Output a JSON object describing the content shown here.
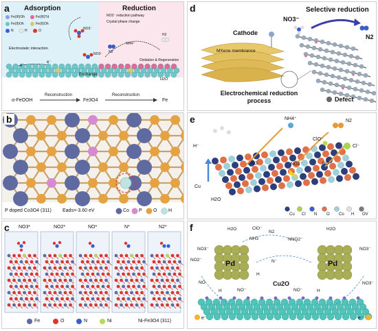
{
  "panel_a": {
    "label": "a",
    "adsorption_title": "Adsorption",
    "reduction_title": "Reduction",
    "legend": [
      "Fe(III)Oh",
      "Fe(III)Td",
      "Fe(II)Oh",
      "Fe(II)Oh",
      "N",
      "H",
      "O"
    ],
    "pathway_legend": [
      "NO3⁻ reduction pathway",
      "Crystal phase change"
    ],
    "electrostatic": "Electrostatic interaction",
    "no3_1": "NO3⁻",
    "no3_2": "NO3⁻",
    "nh4": "NH4⁺",
    "n2": "N2",
    "h2": "H2",
    "oxidation": "Oxidation & Regeneration",
    "exchange": "Exchange",
    "h2o": "H2O",
    "e1": "e⁻",
    "e2": "e⁻",
    "phase1": "α-FeOOH",
    "recon1": "Reconstruction",
    "phase2": "Fe3O4",
    "recon2": "Reconstruction",
    "phase3": "Fe"
  },
  "panel_b": {
    "label": "b",
    "caption": "P doped Co3O4 (311)",
    "energy": "Eads=-3.60 eV",
    "legend": [
      "Co",
      "P",
      "O",
      "H"
    ]
  },
  "panel_c": {
    "label": "c",
    "columns": [
      "NO3*",
      "NO2*",
      "NO*",
      "N*",
      "N2*"
    ],
    "legend": [
      "Fe",
      "O",
      "N",
      "Ni"
    ],
    "caption": "Ni-Fe3O4 (311)"
  },
  "panel_d": {
    "label": "d",
    "title": "Selective reduction",
    "no3": "NO3⁻",
    "n2": "N2",
    "cathode": "Cathode",
    "membrane": "MXene membrance",
    "process": "Electrochemical reduction process",
    "defect": "Defect"
  },
  "panel_e": {
    "label": "e",
    "nh4": "NH4⁺",
    "n2": "N2",
    "clo": "ClO⁻",
    "cl": "Cl⁻",
    "h": "H⁻",
    "cu": "Cu",
    "h2o": "H2O",
    "no_labels": [
      "NO",
      "NO3⁻",
      "NO"
    ],
    "legend": [
      "Cu",
      "Cl",
      "N",
      "O",
      "Co",
      "H",
      "OV"
    ]
  },
  "panel_f": {
    "label": "f",
    "h2o_left": "H2O",
    "clo": "ClO⁻",
    "n2": "N2",
    "nh3": "NH3",
    "nno2": "NNO2⁻",
    "h2o_right": "H2O",
    "no3_left": "NO3⁻",
    "no2_left": "NO2⁻",
    "no3_right": "NO3⁻",
    "no3_right2": "NO3⁻",
    "pd": "Pd",
    "cu2o": "Cu2O",
    "n_minus": "N⁻",
    "no_left": "NO",
    "no_mid": "NO⁻",
    "no_right": "NO⁻",
    "e_left": "e⁻",
    "e_right": "e⁻",
    "h": "H"
  }
}
